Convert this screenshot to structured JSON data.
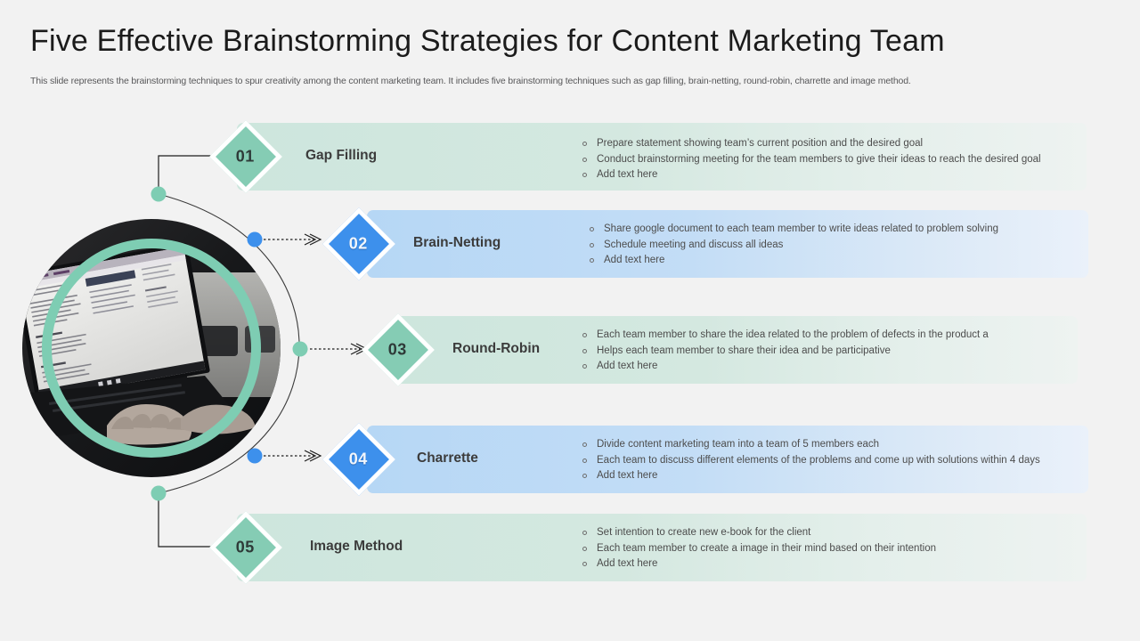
{
  "header": {
    "title": "Five Effective Brainstorming Strategies for Content Marketing Team",
    "subtitle": "This slide represents the brainstorming techniques to spur creativity among the content marketing team. It includes five brainstorming techniques such as gap filling, brain-netting, round-robin, charrette and image method."
  },
  "media": {
    "photo_alt": "person typing on laptop with document on screen",
    "ring_color": "#7ecdb3"
  },
  "colors": {
    "green_accent": "#85ccb4",
    "blue_accent": "#3d90ec",
    "background": "#f2f2f2",
    "band_green": "#cde6dd",
    "band_blue": "#b6d7f5"
  },
  "rows": [
    {
      "number": "01",
      "title": "Gap Filling",
      "theme": "green",
      "bullets": [
        "Prepare statement showing team’s current position and the desired goal",
        "Conduct brainstorming meeting for the team members to give their ideas to reach the desired goal",
        "Add text here"
      ]
    },
    {
      "number": "02",
      "title": "Brain-Netting",
      "theme": "blue",
      "bullets": [
        "Share google document to each team member to write ideas related to problem solving",
        "Schedule meeting and discuss all ideas",
        "Add text here"
      ]
    },
    {
      "number": "03",
      "title": "Round-Robin",
      "theme": "green",
      "bullets": [
        "Each team member to share the idea related to the problem of defects in the product a",
        "Helps each team member to share their idea and be participative",
        "Add text here"
      ]
    },
    {
      "number": "04",
      "title": "Charrette",
      "theme": "blue",
      "bullets": [
        "Divide content marketing team into a team of 5 members each",
        "Each team to discuss different elements of the problems and come up with solutions within 4 days",
        "Add text here"
      ]
    },
    {
      "number": "05",
      "title": "Image Method",
      "theme": "green",
      "bullets": [
        "Set intention to create new e-book for the client",
        "Each team member to create a image in their mind based on their intention",
        "Add text here"
      ]
    }
  ]
}
